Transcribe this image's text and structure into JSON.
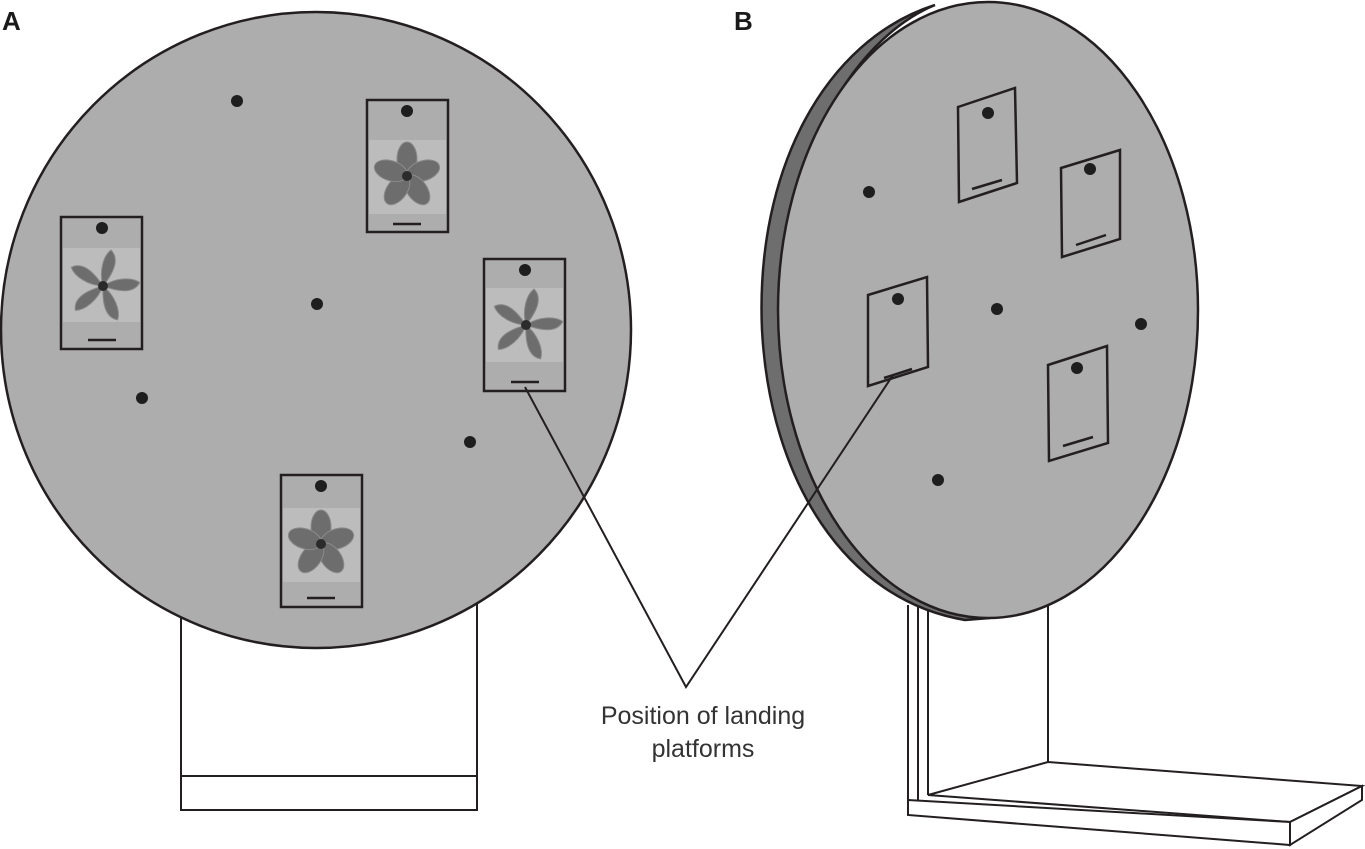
{
  "panels": {
    "a_label": "A",
    "b_label": "B"
  },
  "annotation": {
    "line1": "Position of landing",
    "line2": "platforms"
  },
  "colors": {
    "disc": "#aeadad",
    "rim": "#6e6e6e",
    "outline": "#231f20"
  },
  "icons": [
    "flower-icon",
    "hole-icon",
    "landing-platform-bar"
  ]
}
